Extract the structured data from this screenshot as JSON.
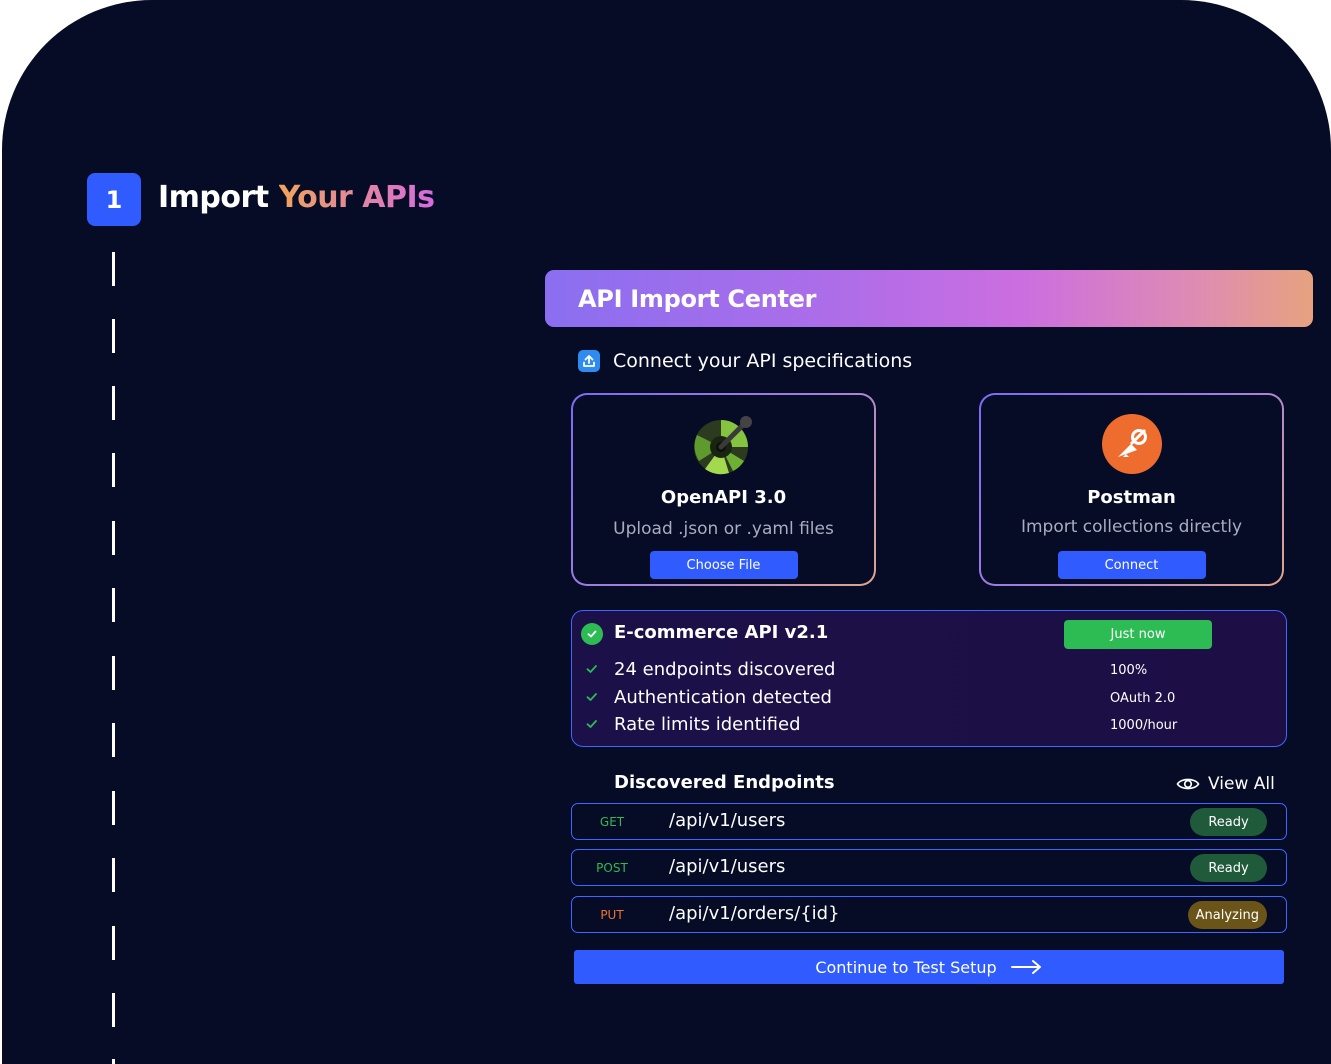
{
  "step": {
    "number": "1",
    "title_main": "Import",
    "title_accent": "Your APIs"
  },
  "panel": {
    "title": "API Import Center",
    "connect_label": "Connect your API specifications",
    "upload_icon": "upload-icon"
  },
  "sources": [
    {
      "name": "OpenAPI 3.0",
      "description": "Upload .json or .yaml files",
      "button": "Choose File",
      "icon": "openapi-logo"
    },
    {
      "name": "Postman",
      "description": "Import collections directly",
      "button": "Connect",
      "icon": "postman-logo"
    }
  ],
  "status": {
    "api_name": "E-commerce API v2.1",
    "time": "Just now",
    "metrics": [
      {
        "label": "24 endpoints discovered",
        "value": "100%"
      },
      {
        "label": "Authentication detected",
        "value": "OAuth 2.0"
      },
      {
        "label": "Rate limits identified",
        "value": "1000/hour"
      }
    ]
  },
  "endpoints_section": {
    "title": "Discovered Endpoints",
    "view_all": "View All"
  },
  "endpoints": [
    {
      "method": "GET",
      "path": "/api/v1/users",
      "status": "Ready"
    },
    {
      "method": "POST",
      "path": "/api/v1/users",
      "status": "Ready"
    },
    {
      "method": "PUT",
      "path": "/api/v1/orders/{id}",
      "status": "Analyzing"
    }
  ],
  "continue_label": "Continue to Test Setup",
  "colors": {
    "background": "#060b26",
    "primary": "#2f5bff",
    "success": "#2dbb54",
    "get": "#2dbb54",
    "post": "#2dbb54",
    "put": "#f0752e",
    "ready_pill": "#1f5a3a",
    "analyzing_pill": "#6b5418"
  }
}
